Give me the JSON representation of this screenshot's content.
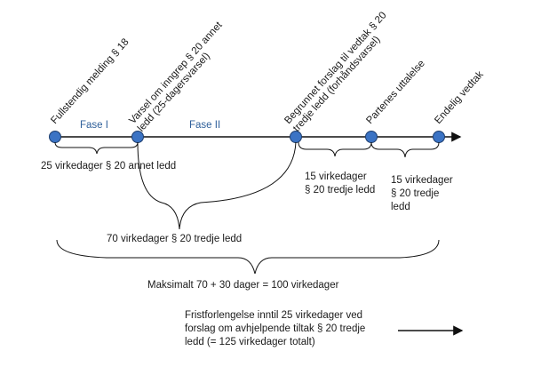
{
  "milestones": [
    {
      "label_lines": [
        "Fullstendig melding § 18"
      ]
    },
    {
      "label_lines": [
        "Varsel om inngrep § 20 annet",
        "ledd (25-dagersvarsel)"
      ]
    },
    {
      "label_lines": [
        "Begrunnet forslag til vedtak § 20",
        "tredje ledd (forhåndsvarsel)"
      ]
    },
    {
      "label_lines": [
        "Partenes uttalelse"
      ]
    },
    {
      "label_lines": [
        "Endelig vedtak"
      ]
    }
  ],
  "phases": {
    "phase1": "Fase I",
    "phase2": "Fase II"
  },
  "durations": {
    "d25": "25 virkedager § 20 annet ledd",
    "d15a_l1": "15 virkedager",
    "d15a_l2": "§ 20 tredje ledd",
    "d15b_l1": "15 virkedager",
    "d15b_l2": "§ 20 tredje",
    "d15b_l3": "ledd",
    "d70": "70 virkedager  § 20 tredje ledd",
    "max": "Maksimalt 70 + 30 dager = 100 virkedager"
  },
  "extension": {
    "line1": "Fristforlengelse inntil 25 virkedager ved",
    "line2": "forslag om avhjelpende tiltak § 20 tredje",
    "line3": "ledd (= 125 virkedager totalt)"
  },
  "colors": {
    "node": "#3b73c4",
    "phase_text": "#2e5f9a",
    "line": "#111111"
  }
}
